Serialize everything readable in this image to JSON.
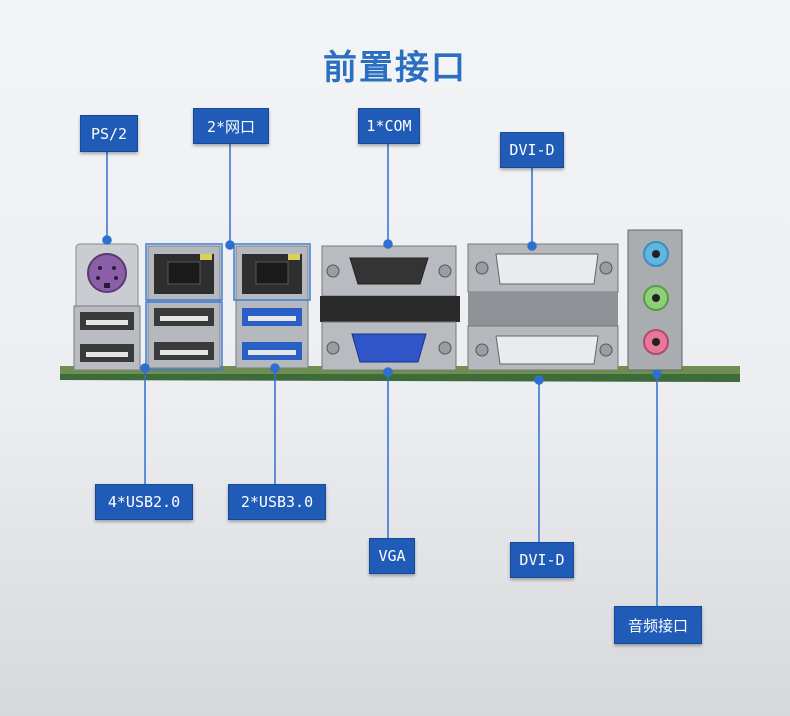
{
  "title": "前置接口",
  "labels": {
    "ps2": "PS/2",
    "lan": "2*网口",
    "com": "1*COM",
    "dvi_top": "DVI-D",
    "usb2": "4*USB2.0",
    "usb3": "2*USB3.0",
    "vga": "VGA",
    "dvi_bottom": "DVI-D",
    "audio": "音频接口"
  },
  "colors": {
    "accent": "#2a6fc0",
    "label_bg": "#1f5bb7",
    "leader_line": "#2f6fd0"
  }
}
